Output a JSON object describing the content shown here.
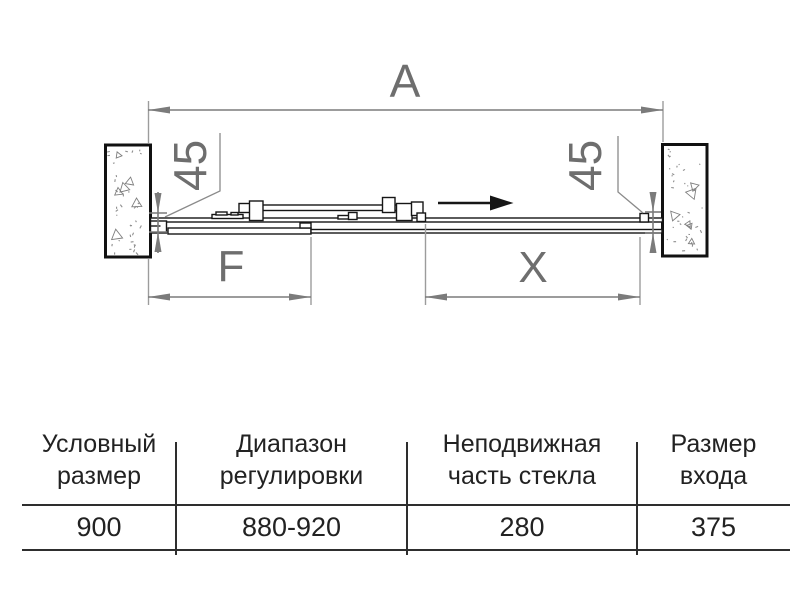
{
  "diagram": {
    "labels": {
      "total_width": "A",
      "fixed_part": "F",
      "entry_size": "X",
      "profile_left": "45",
      "profile_right": "45"
    },
    "slide_direction": "right",
    "colors": {
      "drawing_black": "#161616",
      "dimension_gray": "#7b7b7b",
      "label_gray": "#6e6e6e",
      "wall_border": "#111111"
    }
  },
  "table": {
    "columns": [
      {
        "header": "Условный\nразмер",
        "value": "900"
      },
      {
        "header": "Диапазон\nрегулировки",
        "value": "880-920"
      },
      {
        "header": "Неподвижная\nчасть стекла",
        "value": "280"
      },
      {
        "header": "Размер\nвхода",
        "value": "375"
      }
    ]
  }
}
